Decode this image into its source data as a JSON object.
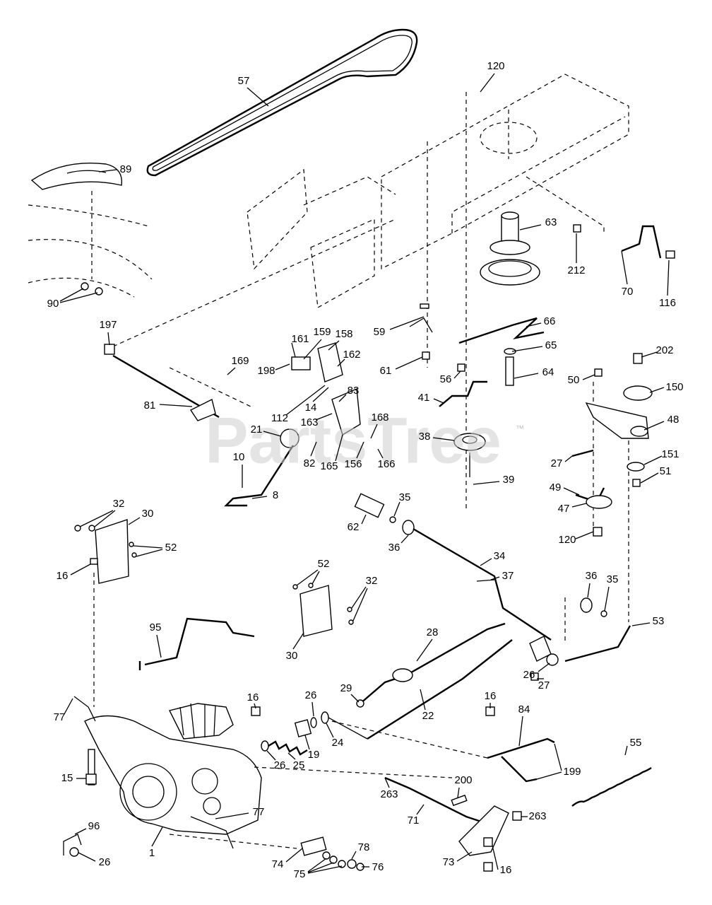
{
  "watermark": {
    "text": "PartsTree",
    "trademark": "™"
  },
  "callouts": [
    {
      "id": "c57",
      "text": "57"
    },
    {
      "id": "c120a",
      "text": "120"
    },
    {
      "id": "c89",
      "text": "89"
    },
    {
      "id": "c63",
      "text": "63"
    },
    {
      "id": "c212",
      "text": "212"
    },
    {
      "id": "c70",
      "text": "70"
    },
    {
      "id": "c116",
      "text": "116"
    },
    {
      "id": "c90",
      "text": "90"
    },
    {
      "id": "c197",
      "text": "197"
    },
    {
      "id": "c161",
      "text": "161"
    },
    {
      "id": "c159",
      "text": "159"
    },
    {
      "id": "c158",
      "text": "158"
    },
    {
      "id": "c169",
      "text": "169"
    },
    {
      "id": "c162",
      "text": "162"
    },
    {
      "id": "c198",
      "text": "198"
    },
    {
      "id": "c59",
      "text": "59"
    },
    {
      "id": "c66",
      "text": "66"
    },
    {
      "id": "c65",
      "text": "65"
    },
    {
      "id": "c61",
      "text": "61"
    },
    {
      "id": "c56",
      "text": "56"
    },
    {
      "id": "c64",
      "text": "64"
    },
    {
      "id": "c202",
      "text": "202"
    },
    {
      "id": "c50",
      "text": "50"
    },
    {
      "id": "c150",
      "text": "150"
    },
    {
      "id": "c81",
      "text": "81"
    },
    {
      "id": "c112",
      "text": "112"
    },
    {
      "id": "c14",
      "text": "14"
    },
    {
      "id": "c83",
      "text": "83"
    },
    {
      "id": "c41",
      "text": "41"
    },
    {
      "id": "c163",
      "text": "163"
    },
    {
      "id": "c168",
      "text": "168"
    },
    {
      "id": "c48",
      "text": "48"
    },
    {
      "id": "c21",
      "text": "21"
    },
    {
      "id": "c38",
      "text": "38"
    },
    {
      "id": "c10",
      "text": "10"
    },
    {
      "id": "c82",
      "text": "82"
    },
    {
      "id": "c165",
      "text": "165"
    },
    {
      "id": "c156",
      "text": "156"
    },
    {
      "id": "c166",
      "text": "166"
    },
    {
      "id": "c27a",
      "text": "27"
    },
    {
      "id": "c151",
      "text": "151"
    },
    {
      "id": "c51",
      "text": "51"
    },
    {
      "id": "c39",
      "text": "39"
    },
    {
      "id": "c49",
      "text": "49"
    },
    {
      "id": "c8",
      "text": "8"
    },
    {
      "id": "c47",
      "text": "47"
    },
    {
      "id": "c32a",
      "text": "32"
    },
    {
      "id": "c30a",
      "text": "30"
    },
    {
      "id": "c35a",
      "text": "35"
    },
    {
      "id": "c62",
      "text": "62"
    },
    {
      "id": "c120b",
      "text": "120"
    },
    {
      "id": "c36a",
      "text": "36"
    },
    {
      "id": "c52a",
      "text": "52"
    },
    {
      "id": "c34",
      "text": "34"
    },
    {
      "id": "c16a",
      "text": "16"
    },
    {
      "id": "c37",
      "text": "37"
    },
    {
      "id": "c52b",
      "text": "52"
    },
    {
      "id": "c32b",
      "text": "32"
    },
    {
      "id": "c36b",
      "text": "36"
    },
    {
      "id": "c35b",
      "text": "35"
    },
    {
      "id": "c53",
      "text": "53"
    },
    {
      "id": "c95",
      "text": "95"
    },
    {
      "id": "c28",
      "text": "28"
    },
    {
      "id": "c30b",
      "text": "30"
    },
    {
      "id": "c26a",
      "text": "26"
    },
    {
      "id": "c27b",
      "text": "27"
    },
    {
      "id": "c29",
      "text": "29"
    },
    {
      "id": "c16b",
      "text": "16"
    },
    {
      "id": "c26b",
      "text": "26"
    },
    {
      "id": "c16c",
      "text": "16"
    },
    {
      "id": "c84",
      "text": "84"
    },
    {
      "id": "c77a",
      "text": "77"
    },
    {
      "id": "c22",
      "text": "22"
    },
    {
      "id": "c24",
      "text": "24"
    },
    {
      "id": "c19",
      "text": "19"
    },
    {
      "id": "c55",
      "text": "55"
    },
    {
      "id": "c26c",
      "text": "26"
    },
    {
      "id": "c25",
      "text": "25"
    },
    {
      "id": "c15",
      "text": "15"
    },
    {
      "id": "c199",
      "text": "199"
    },
    {
      "id": "c200",
      "text": "200"
    },
    {
      "id": "c263a",
      "text": "263"
    },
    {
      "id": "c71",
      "text": "71"
    },
    {
      "id": "c77b",
      "text": "77"
    },
    {
      "id": "c263b",
      "text": "263"
    },
    {
      "id": "c96",
      "text": "96"
    },
    {
      "id": "c78",
      "text": "78"
    },
    {
      "id": "c1",
      "text": "1"
    },
    {
      "id": "c26d",
      "text": "26"
    },
    {
      "id": "c74",
      "text": "74"
    },
    {
      "id": "c73",
      "text": "73"
    },
    {
      "id": "c16d",
      "text": "16"
    },
    {
      "id": "c76",
      "text": "76"
    },
    {
      "id": "c75",
      "text": "75"
    }
  ]
}
